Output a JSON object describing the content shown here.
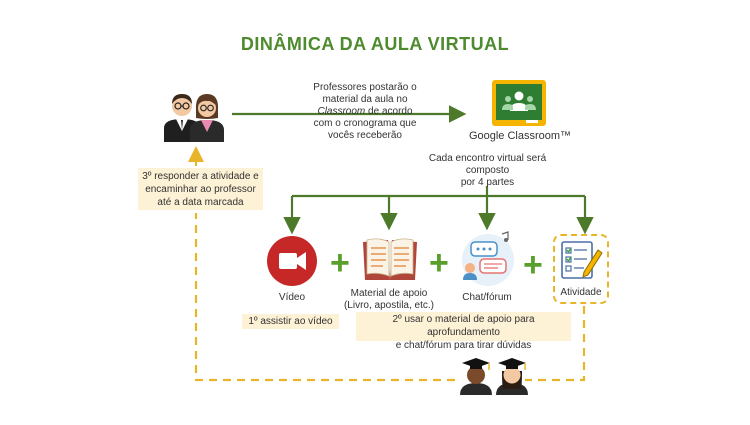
{
  "title": "DINÂMICA DA AULA VIRTUAL",
  "top_note": {
    "line1": "Professores postarão o",
    "line2": "material da aula no",
    "line3_italic": "Classroom",
    "line3_rest": " de acordo",
    "line4": "com o cronograma que",
    "line5": "vocês receberão"
  },
  "classroom_label": "Google Classroom™",
  "encounter_note": {
    "line1": "Cada encontro virtual será composto",
    "line2": "por 4 partes"
  },
  "step3_box": {
    "line1": "3º responder a atividade e",
    "line2": "encaminhar ao professor",
    "line3": "até a data marcada"
  },
  "parts": {
    "video": "Vídeo",
    "material_line1": "Material de apoio",
    "material_line2": "(Livro, apostila, etc.)",
    "chat": "Chat/fórum",
    "activity": "Atividade"
  },
  "step1_box": "1º assistir ao vídeo",
  "step2_box": {
    "line1": "2º usar o material de apoio para aprofundamento",
    "line2": "e  chat/fórum  para tirar dúvidas"
  },
  "plus_sign": "+",
  "icons": [
    "teachers-icon",
    "google-classroom-icon",
    "video-play-icon",
    "book-icon",
    "chat-forum-icon",
    "activity-checklist-icon",
    "students-graduates-icon"
  ],
  "colors": {
    "title_green": "#4e8a2e",
    "connector_green": "#4c7a2a",
    "plus_green": "#58a02b",
    "dashed_yellow": "#e8b52a",
    "note_box": "#fdf1d6",
    "video_red": "#c62828"
  }
}
